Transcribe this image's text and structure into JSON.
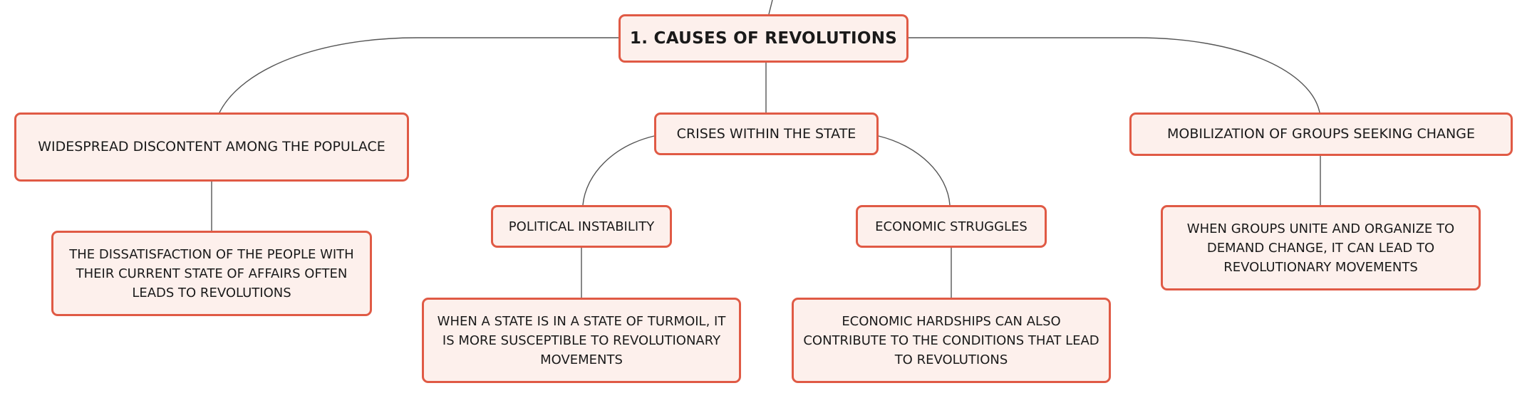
{
  "mindmap": {
    "root": {
      "label": "1. CAUSES OF REVOLUTIONS"
    },
    "branches": [
      {
        "label": "WIDESPREAD DISCONTENT AMONG THE POPULACE",
        "detail": "THE DISSATISFACTION OF THE PEOPLE WITH THEIR CURRENT STATE OF AFFAIRS OFTEN LEADS TO REVOLUTIONS"
      },
      {
        "label": "CRISES WITHIN THE STATE",
        "children": [
          {
            "label": "POLITICAL INSTABILITY",
            "detail": "WHEN A STATE IS IN A STATE OF TURMOIL, IT IS MORE SUSCEPTIBLE TO REVOLUTIONARY MOVEMENTS"
          },
          {
            "label": "ECONOMIC STRUGGLES",
            "detail": "ECONOMIC HARDSHIPS CAN ALSO CONTRIBUTE TO THE CONDITIONS THAT LEAD TO REVOLUTIONS"
          }
        ]
      },
      {
        "label": "MOBILIZATION OF GROUPS SEEKING CHANGE",
        "detail": "WHEN GROUPS UNITE AND ORGANIZE TO DEMAND CHANGE, IT CAN LEAD TO REVOLUTIONARY MOVEMENTS"
      }
    ],
    "colors": {
      "node_fill": "#fdf0ec",
      "node_border": "#e05a45",
      "connector": "#555555",
      "text": "#1a1a1a"
    }
  }
}
